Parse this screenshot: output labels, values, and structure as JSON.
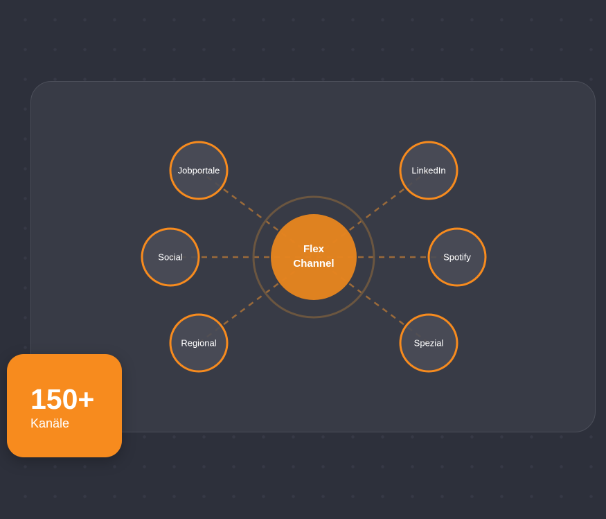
{
  "hub": {
    "line1": "Flex",
    "line2": "Channel"
  },
  "channels": [
    {
      "label": "Jobportale"
    },
    {
      "label": "LinkedIn"
    },
    {
      "label": "Social"
    },
    {
      "label": "Spotify"
    },
    {
      "label": "Regional"
    },
    {
      "label": "Spezial"
    }
  ],
  "stat": {
    "value": "150+",
    "label": "Kanäle"
  },
  "colors": {
    "accent": "#f78b1e",
    "hub": "#e5841f",
    "node_fill": "#4a4d57",
    "background": "#2d303b",
    "card": "#383b46"
  }
}
